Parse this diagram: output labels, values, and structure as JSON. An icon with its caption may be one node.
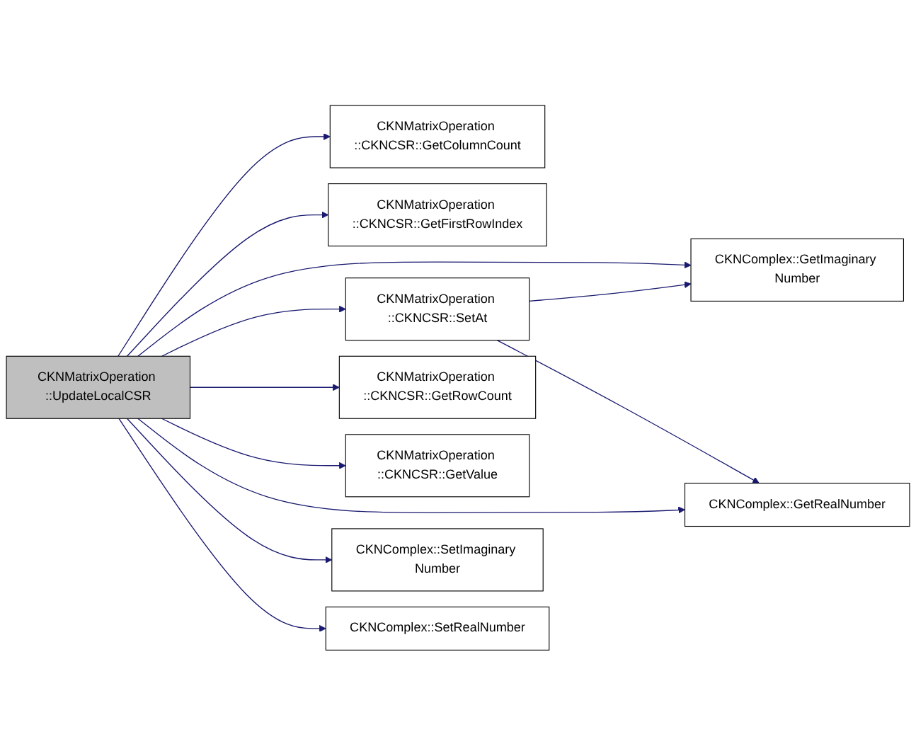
{
  "diagram": {
    "nodes": [
      {
        "text": [
          "CKNMatrixOperation ::UpdateLocalCSR"
        ]
      },
      {
        "text": [
          "CKNMatrixOperation ::CKNCSR::GetColumnCount"
        ]
      },
      {
        "text": [
          "CKNMatrixOperation ::CKNCSR::GetFirstRowIndex"
        ]
      },
      {
        "text": [
          "CKNComplex::GetImaginary Number"
        ]
      },
      {
        "text": [
          "CKNMatrixOperation ::CKNCSR::SetAt"
        ]
      },
      {
        "text": [
          "CKNMatrixOperation ::CKNCSR::GetRowCount"
        ]
      },
      {
        "text": [
          "CKNComplex::GetRealNumber"
        ]
      },
      {
        "text": [
          "CKNMatrixOperation ::CKNCSR::GetValue"
        ]
      },
      {
        "text": [
          "CKNComplex::SetImaginary Number"
        ]
      },
      {
        "text": [
          "CKNComplex::SetRealNumber"
        ]
      }
    ],
    "edges": [
      {
        "from": 0,
        "to": 1,
        "arrow": "to"
      },
      {
        "from": 0,
        "to": 2,
        "arrow": "to"
      },
      {
        "from": 0,
        "to": 3,
        "arrow": "to"
      },
      {
        "from": 0,
        "to": 4,
        "arrow": "to"
      },
      {
        "from": 0,
        "to": 5,
        "arrow": "to"
      },
      {
        "from": 0,
        "to": 7,
        "arrow": "to"
      },
      {
        "from": 0,
        "to": 6,
        "arrow": "to"
      },
      {
        "from": 0,
        "to": 8,
        "arrow": "to"
      },
      {
        "from": 0,
        "to": 9,
        "arrow": "to"
      },
      {
        "from": 4,
        "to": 3,
        "arrow": "to"
      },
      {
        "from": 4,
        "to": 6,
        "arrow": "to"
      }
    ]
  }
}
